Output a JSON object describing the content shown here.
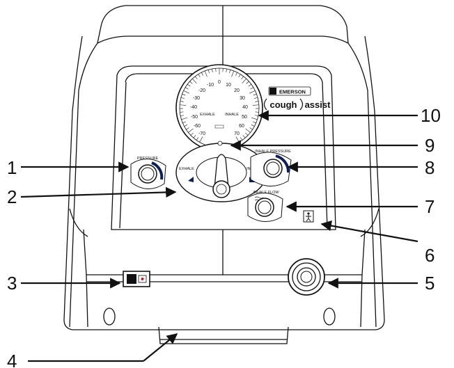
{
  "device": {
    "brand": "EMERSON",
    "product_left": "cough",
    "product_right": "assist"
  },
  "gauge": {
    "tick_labels_left": [
      "-10",
      "-20",
      "-30",
      "-40",
      "-50",
      "-60",
      "-70"
    ],
    "tick_labels_right": [
      "10",
      "20",
      "30",
      "40",
      "50",
      "60",
      "70"
    ],
    "tick_label_zero": "0",
    "exhale_label": "EXHALE",
    "inhale_label": "INHALE"
  },
  "controls": {
    "pressure_label": "PRESSURE",
    "inhale_pressure_label": "INHALE PRESSURE",
    "inhale_flow_label": "INHALE FLOW",
    "selector_exhale_label": "EXHALE",
    "selector_inhale_label": "INHALE"
  },
  "callouts": [
    "1",
    "2",
    "3",
    "4",
    "5",
    "6",
    "7",
    "8",
    "9",
    "10"
  ]
}
